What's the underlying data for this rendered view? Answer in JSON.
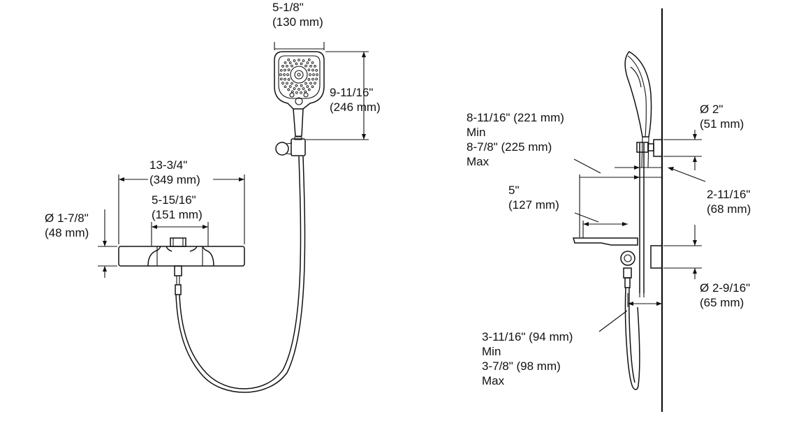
{
  "front_view": {
    "head_width": {
      "imperial": "5-1/8\"",
      "metric": "(130 mm)"
    },
    "head_height": {
      "imperial": "9-11/16\"",
      "metric": "(246 mm)"
    },
    "valve_width": {
      "imperial": "13-3/4\"",
      "metric": "(349 mm)"
    },
    "inlet_centers": {
      "imperial": "5-15/16\"",
      "metric": "(151 mm)"
    },
    "valve_diameter": {
      "imperial": "Ø 1-7/8\"",
      "metric": "(48 mm)"
    }
  },
  "side_view": {
    "holder_projection": {
      "line1": "8-11/16\" (221 mm)",
      "line2": "Min",
      "line3": "8-7/8\" (225 mm)",
      "line4": "Max"
    },
    "spout_length": {
      "imperial": "5\"",
      "metric": "(127 mm)"
    },
    "holder_escutcheon": {
      "imperial": "Ø 2\"",
      "metric": "(51 mm)"
    },
    "holder_offset": {
      "imperial": "2-11/16\"",
      "metric": "(68 mm)"
    },
    "valve_escutcheon": {
      "imperial": "Ø 2-9/16\"",
      "metric": "(65 mm)"
    },
    "valve_projection": {
      "line1": "3-11/16\" (94 mm)",
      "line2": "Min",
      "line3": "3-7/8\" (98 mm)",
      "line4": "Max"
    }
  }
}
